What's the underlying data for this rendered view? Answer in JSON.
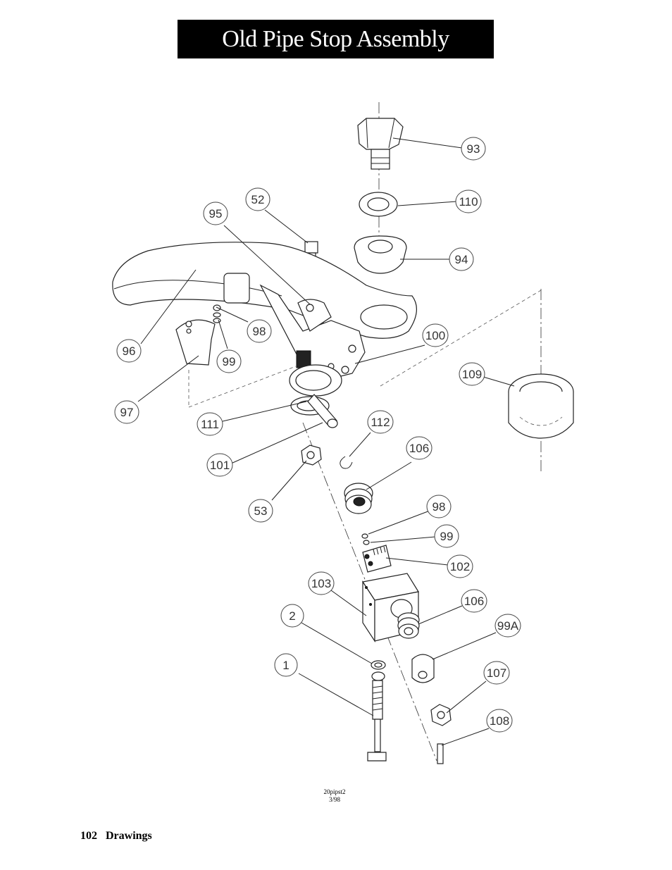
{
  "header": {
    "title": "Old Pipe Stop Assembly"
  },
  "callouts": [
    {
      "id": "c93",
      "label": "93"
    },
    {
      "id": "c110",
      "label": "110"
    },
    {
      "id": "c94",
      "label": "94"
    },
    {
      "id": "c52",
      "label": "52"
    },
    {
      "id": "c95",
      "label": "95"
    },
    {
      "id": "c100",
      "label": "100"
    },
    {
      "id": "c109",
      "label": "109"
    },
    {
      "id": "c98a",
      "label": "98"
    },
    {
      "id": "c99a",
      "label": "99"
    },
    {
      "id": "c96",
      "label": "96"
    },
    {
      "id": "c97",
      "label": "97"
    },
    {
      "id": "c111",
      "label": "111"
    },
    {
      "id": "c112",
      "label": "112"
    },
    {
      "id": "c106a",
      "label": "106"
    },
    {
      "id": "c101",
      "label": "101"
    },
    {
      "id": "c53",
      "label": "53"
    },
    {
      "id": "c98b",
      "label": "98"
    },
    {
      "id": "c99b",
      "label": "99"
    },
    {
      "id": "c102",
      "label": "102"
    },
    {
      "id": "c103",
      "label": "103"
    },
    {
      "id": "c106b",
      "label": "106"
    },
    {
      "id": "c2",
      "label": "2"
    },
    {
      "id": "c99A",
      "label": "99A"
    },
    {
      "id": "c1",
      "label": "1"
    },
    {
      "id": "c107",
      "label": "107"
    },
    {
      "id": "c108",
      "label": "108"
    }
  ],
  "drawing_code": {
    "name": "20pipst2",
    "date": "3/98"
  },
  "footer": {
    "page_number": "102",
    "section": "Drawings"
  }
}
